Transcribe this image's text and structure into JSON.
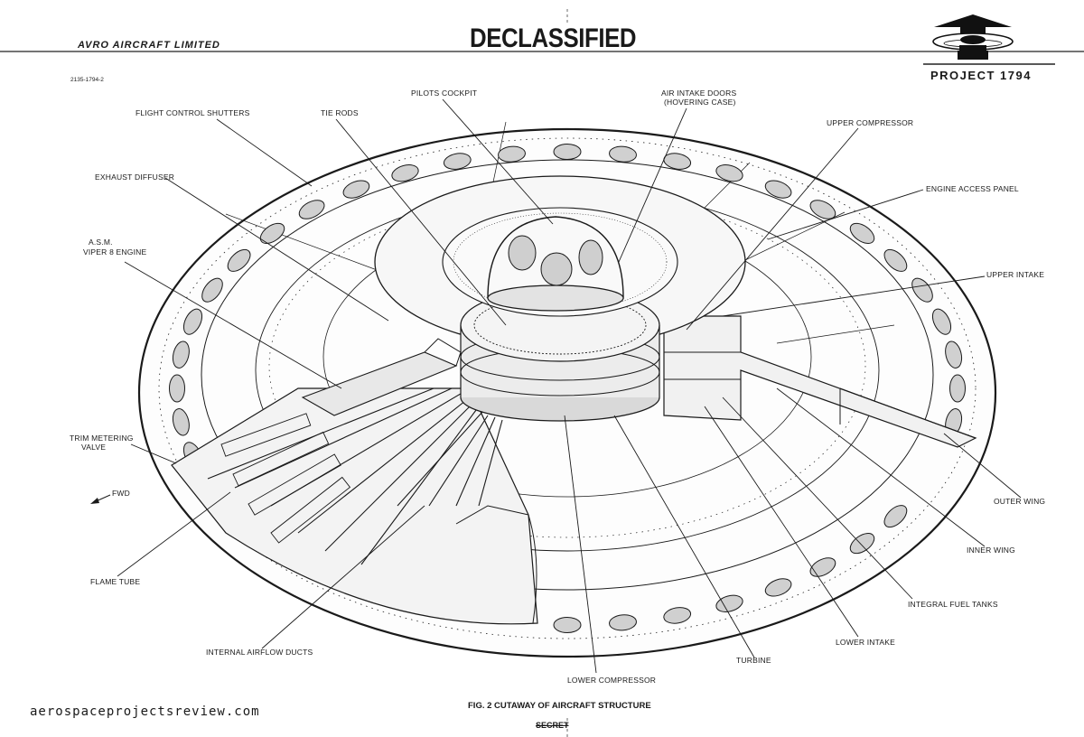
{
  "header": {
    "company": "AVRO AIRCRAFT LIMITED",
    "title": "DECLASSIFIED",
    "project": "PROJECT 1794"
  },
  "document_number": "2135-1794-2",
  "caption": "FIG. 2 CUTAWAY OF AIRCRAFT STRUCTURE",
  "stamp": "SECRET",
  "watermark": "aerospaceprojectsreview.com",
  "fwd_marker": "FWD",
  "labels": {
    "pilots_cockpit": "PILOTS COCKPIT",
    "air_intake_doors_1": "AIR INTAKE DOORS",
    "air_intake_doors_2": "(HOVERING CASE)",
    "flight_control_shutters": "FLIGHT CONTROL SHUTTERS",
    "tie_rods": "TIE RODS",
    "upper_compressor": "UPPER COMPRESSOR",
    "exhaust_diffuser": "EXHAUST DIFFUSER",
    "engine_access_panel": "ENGINE ACCESS PANEL",
    "asm_1": "A.S.M.",
    "asm_2": "VIPER 8 ENGINE",
    "upper_intake": "UPPER INTAKE",
    "trim_metering_1": "TRIM METERING",
    "trim_metering_2": "VALVE",
    "outer_wing": "OUTER WING",
    "inner_wing": "INNER WING",
    "flame_tube": "FLAME TUBE",
    "integral_fuel_tanks": "INTEGRAL FUEL TANKS",
    "internal_airflow_ducts": "INTERNAL AIRFLOW DUCTS",
    "lower_intake": "LOWER INTAKE",
    "turbine": "TURBINE",
    "lower_compressor": "LOWER COMPRESSOR"
  }
}
